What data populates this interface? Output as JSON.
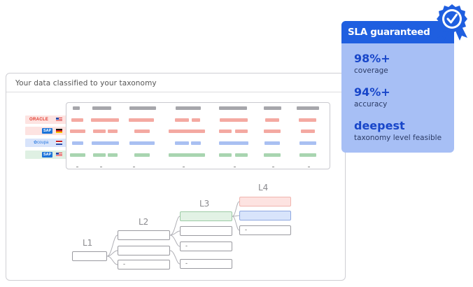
{
  "card": {
    "title": "Your data classified to your taxonomy"
  },
  "table": {
    "rows": [
      {
        "source": "ORACLE",
        "logo_icon": "oracle-logo",
        "flag_icon": "us-flag",
        "color": "#fde3e1"
      },
      {
        "source": "SAP",
        "logo_icon": "sap-logo",
        "flag_icon": "germany-flag",
        "color": "#fde3e1"
      },
      {
        "source": "coupa",
        "logo_icon": "coupa-logo",
        "flag_icon": "netherlands-flag",
        "color": "#d8e4fb"
      },
      {
        "source": "SAP",
        "logo_icon": "sap-logo",
        "flag_icon": "us-flag",
        "color": "#dff0e3"
      }
    ],
    "empty_cell": "-"
  },
  "tree": {
    "levels": [
      "L1",
      "L2",
      "L3",
      "L4"
    ],
    "empty_node": "-"
  },
  "sla": {
    "title": "SLA guaranteed",
    "badge_icon": "checkmark-rosette-icon",
    "stats": [
      {
        "value": "98%+",
        "label": "coverage"
      },
      {
        "value": "94%+",
        "label": "accuracy"
      },
      {
        "value": "deepest",
        "label": "taxonomy level feasible"
      }
    ]
  },
  "colors": {
    "accent": "#1f5fe0",
    "panel": "#a7bff5",
    "red_band": "#fde3e1",
    "blue_band": "#d8e4fb",
    "green_band": "#dff0e3"
  }
}
